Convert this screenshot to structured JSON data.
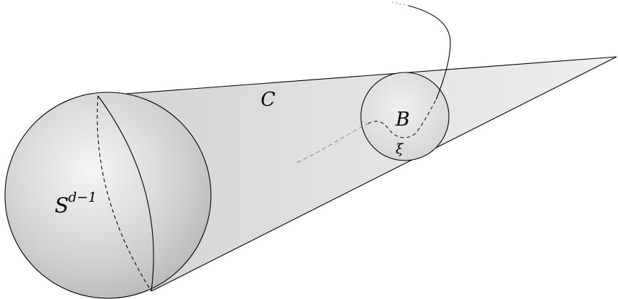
{
  "labels": {
    "cone": "C",
    "sphere_main": "S",
    "sphere_main_exponent": "d−1",
    "ball": "B",
    "point": "ξ"
  },
  "colors": {
    "stroke": "#000000",
    "cone_fill": "#e6e6e6",
    "sphere_light": "#f4f4f4",
    "sphere_dark": "#b9b9b9",
    "dashed_path": "#8a8a8a"
  }
}
